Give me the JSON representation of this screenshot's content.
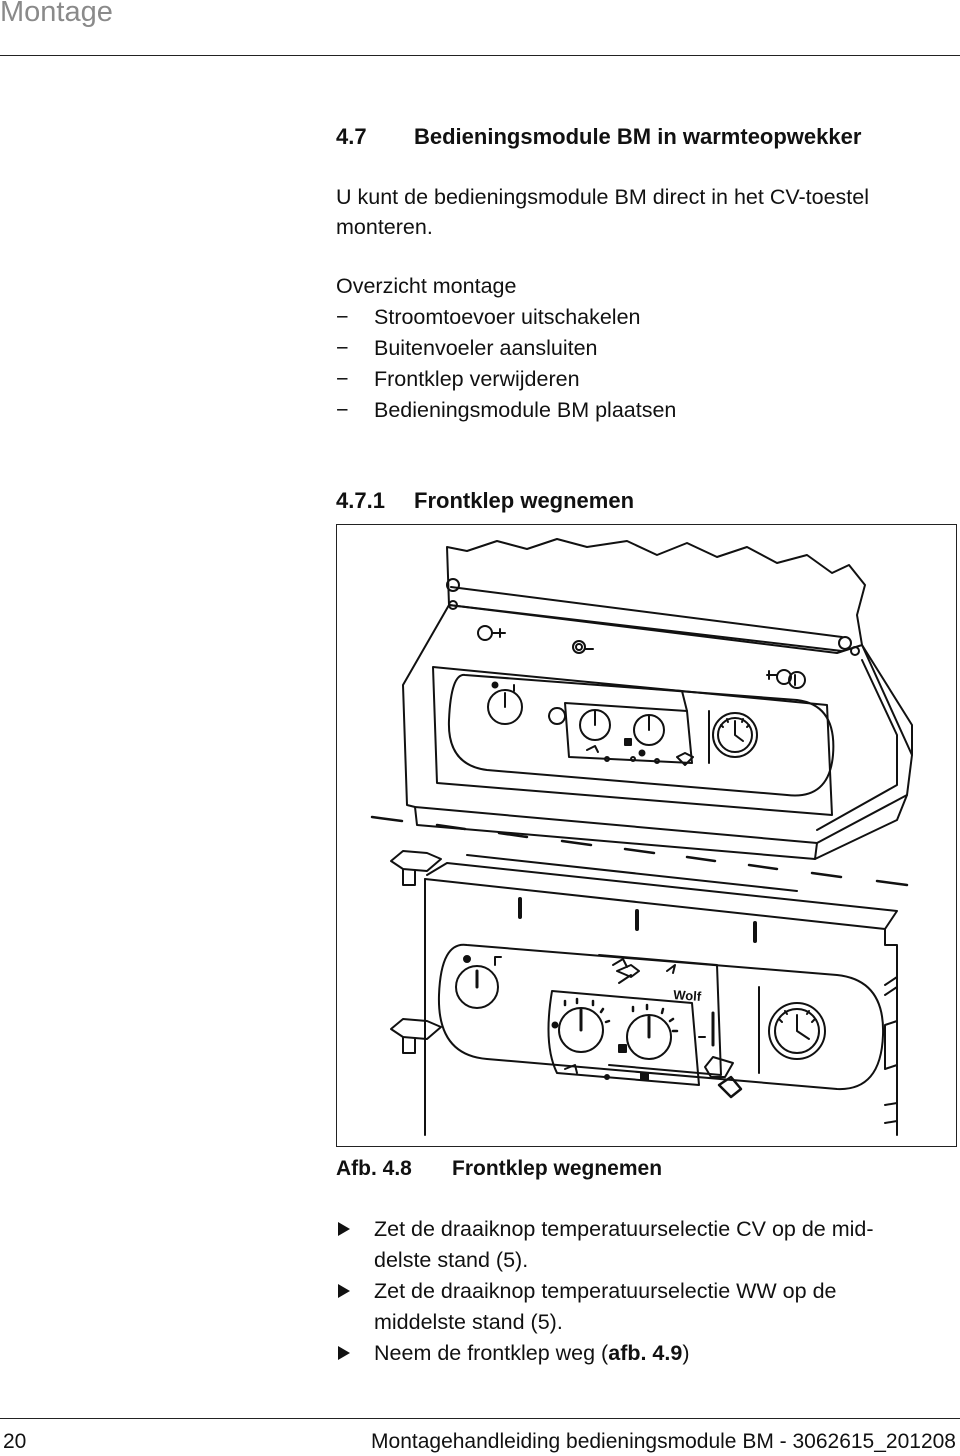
{
  "header": {
    "title": "Montage"
  },
  "section": {
    "number": "4.7",
    "title": "Bedieningsmodule BM in warmteopwekker",
    "intro_line1": "U kunt de bedieningsmodule BM direct in het CV-toestel",
    "intro_line2": "monteren."
  },
  "overview": {
    "heading": "Overzicht montage",
    "items": [
      {
        "dash": "−",
        "text": "Stroomtoevoer uitschakelen"
      },
      {
        "dash": "−",
        "text": "Buitenvoeler aansluiten"
      },
      {
        "dash": "−",
        "text": "Frontklep verwijderen"
      },
      {
        "dash": "−",
        "text": "Bedieningsmodule BM plaatsen"
      }
    ]
  },
  "subsection": {
    "number": "4.7.1",
    "title": "Frontklep wegnemen"
  },
  "figure": {
    "label": "Afb. 4.8",
    "caption": "Frontklep wegnemen",
    "logo_text": "Wolf"
  },
  "steps": [
    {
      "line1": "Zet de draaiknop temperatuurselectie CV op de mid-",
      "line2": "delste stand (5)."
    },
    {
      "line1": "Zet de draaiknop temperatuurselectie WW op de",
      "line2": "middelste stand (5)."
    },
    {
      "prefix": "Neem de frontklep weg (",
      "bold": "afb. 4.9",
      "suffix": ")"
    }
  ],
  "footer": {
    "page": "20",
    "doc": "Montagehandleiding bedieningsmodule BM - 3062615_201208"
  }
}
